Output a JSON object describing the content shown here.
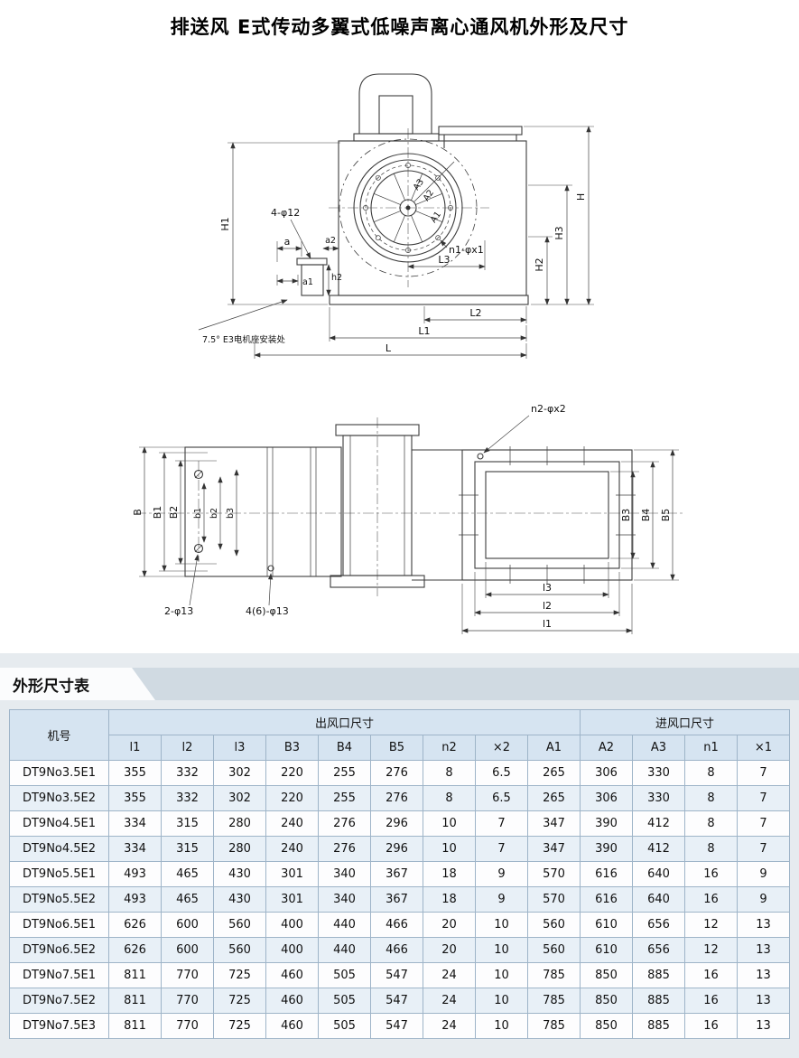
{
  "page": {
    "title": "排送风 E式传动多翼式低噪声离心通风机外形及尺寸",
    "section_title": "外形尺寸表"
  },
  "top_drawing": {
    "labels": {
      "H1": "H1",
      "H": "H",
      "H2": "H2",
      "H3": "H3",
      "L": "L",
      "L1": "L1",
      "L2": "L2",
      "L3": "L3",
      "a": "a",
      "a1": "a1",
      "a2": "a2",
      "h2": "h2",
      "base_holes": "4-φ12",
      "inlet_bolts": "n1-φx1",
      "A1": "A1",
      "A2": "A2",
      "A3": "A3",
      "motor_note": "7.5° E3电机座安装处"
    }
  },
  "bottom_drawing": {
    "labels": {
      "B": "B",
      "B1": "B1",
      "B2": "B2",
      "b1": "b1",
      "b2": "b2",
      "b3": "b3",
      "B3": "B3",
      "B4": "B4",
      "B5": "B5",
      "l1": "l1",
      "l2": "l2",
      "l3": "l3",
      "outlet_bolts": "n2-φx2",
      "base_holes_2": "2-φ13",
      "base_holes_46": "4(6)-φ13"
    }
  },
  "table": {
    "model_header": "机号",
    "outlet_group_header": "出风口尺寸",
    "inlet_group_header": "进风口尺寸",
    "columns": [
      "l1",
      "l2",
      "l3",
      "B3",
      "B4",
      "B5",
      "n2",
      "×2",
      "A1",
      "A2",
      "A3",
      "n1",
      "×1"
    ],
    "rows": [
      {
        "model": "DT9No3.5E1",
        "values": [
          "355",
          "332",
          "302",
          "220",
          "255",
          "276",
          "8",
          "6.5",
          "265",
          "306",
          "330",
          "8",
          "7"
        ]
      },
      {
        "model": "DT9No3.5E2",
        "values": [
          "355",
          "332",
          "302",
          "220",
          "255",
          "276",
          "8",
          "6.5",
          "265",
          "306",
          "330",
          "8",
          "7"
        ]
      },
      {
        "model": "DT9No4.5E1",
        "values": [
          "334",
          "315",
          "280",
          "240",
          "276",
          "296",
          "10",
          "7",
          "347",
          "390",
          "412",
          "8",
          "7"
        ]
      },
      {
        "model": "DT9No4.5E2",
        "values": [
          "334",
          "315",
          "280",
          "240",
          "276",
          "296",
          "10",
          "7",
          "347",
          "390",
          "412",
          "8",
          "7"
        ]
      },
      {
        "model": "DT9No5.5E1",
        "values": [
          "493",
          "465",
          "430",
          "301",
          "340",
          "367",
          "18",
          "9",
          "570",
          "616",
          "640",
          "16",
          "9"
        ]
      },
      {
        "model": "DT9No5.5E2",
        "values": [
          "493",
          "465",
          "430",
          "301",
          "340",
          "367",
          "18",
          "9",
          "570",
          "616",
          "640",
          "16",
          "9"
        ]
      },
      {
        "model": "DT9No6.5E1",
        "values": [
          "626",
          "600",
          "560",
          "400",
          "440",
          "466",
          "20",
          "10",
          "560",
          "610",
          "656",
          "12",
          "13"
        ]
      },
      {
        "model": "DT9No6.5E2",
        "values": [
          "626",
          "600",
          "560",
          "400",
          "440",
          "466",
          "20",
          "10",
          "560",
          "610",
          "656",
          "12",
          "13"
        ]
      },
      {
        "model": "DT9No7.5E1",
        "values": [
          "811",
          "770",
          "725",
          "460",
          "505",
          "547",
          "24",
          "10",
          "785",
          "850",
          "885",
          "16",
          "13"
        ]
      },
      {
        "model": "DT9No7.5E2",
        "values": [
          "811",
          "770",
          "725",
          "460",
          "505",
          "547",
          "24",
          "10",
          "785",
          "850",
          "885",
          "16",
          "13"
        ]
      },
      {
        "model": "DT9No7.5E3",
        "values": [
          "811",
          "770",
          "725",
          "460",
          "505",
          "547",
          "24",
          "10",
          "785",
          "850",
          "885",
          "16",
          "13"
        ]
      }
    ]
  },
  "colors": {
    "header_bg": "#d6e4f1",
    "row_alt_bg": "#e8f0f7",
    "border": "#9eb4c8",
    "section_bg": "#e6ebef",
    "strip_bg": "#d0dae2"
  }
}
